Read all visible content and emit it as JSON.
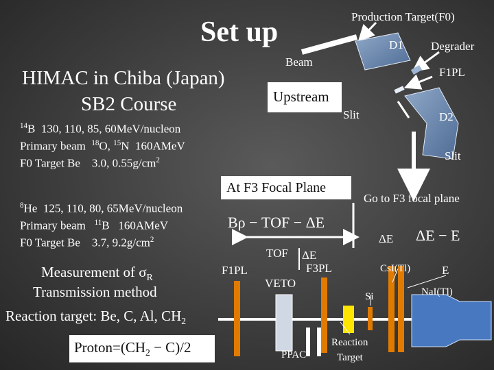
{
  "title": "Set up",
  "facility": {
    "line1": "HIMAC in Chiba (Japan)",
    "line2": "SB2 Course"
  },
  "b14": {
    "iso_mass": "14",
    "iso_el": "B",
    "energies": "130, 110, 85, 60MeV/nucleon",
    "primary_prefix": "Primary beam",
    "p1_mass": "18",
    "p1_el": "O, ",
    "p2_mass": "15",
    "p2_el": "N",
    "primary_energy": "160AMeV",
    "target_prefix": "F0 Target  Be",
    "target_val": "3.0, 0.55g/cm",
    "target_exp": "2"
  },
  "he8": {
    "iso_mass": "8",
    "iso_el": "He",
    "energies": "125, 110, 80, 65MeV/nucleon",
    "primary_prefix": "Primary beam",
    "p1_mass": "11",
    "p1_el": "B",
    "primary_energy": "160AMeV",
    "target_prefix": "F0 Target  Be",
    "target_val": "3.7, 9.2g/cm",
    "target_exp": "2"
  },
  "measurement": {
    "line1_prefix": "Measurement of σ",
    "line1_sub": "R",
    "line2": "Transmission method"
  },
  "reaction_targets": {
    "text": "Reaction target: Be, C, Al, CH",
    "sub": "2"
  },
  "proton_box": {
    "prefix": "Proton=(CH",
    "sub": "2",
    "suffix": " − C)/2"
  },
  "beamline": {
    "production_target": "Production Target(F0)",
    "d1": "D1",
    "degrader": "Degrader",
    "beam": "Beam",
    "f1pl_top": "F1PL",
    "upstream": "Upstream",
    "slit_left": "Slit",
    "d2": "D2",
    "slit_right": "Slit"
  },
  "f3": {
    "title": "At F3 Focal Plane",
    "go_to": "Go to F3 focal plane",
    "brho_tof": "Bρ − TOF − ΔE",
    "delta_e_e": "ΔE − E",
    "tof": "TOF",
    "delta_e_mid": "ΔE",
    "delta_e_right": "ΔE",
    "f1pl": "F1PL",
    "f3pl": "F3PL",
    "veto": "VETO",
    "csi": "CsI(Tl)",
    "e": "E",
    "si": "Si",
    "nai": "NaI(Tl)",
    "ppac": "PPAC",
    "reaction_l1": "Reaction",
    "reaction_l2": "Target"
  },
  "colors": {
    "background": "#3d3d3d",
    "detector_orange": "#e07b00",
    "detector_blue": "#4878c0",
    "target_yellow": "#ffe600",
    "beam_white": "#ffffff"
  }
}
